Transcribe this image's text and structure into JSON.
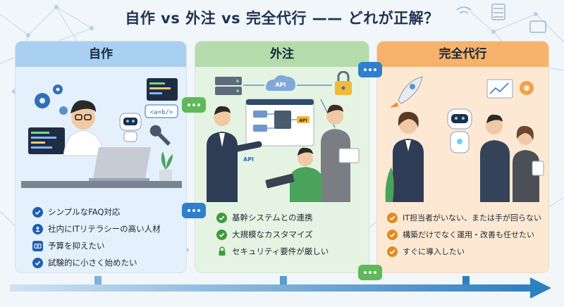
{
  "title": "自作 vs 外注 vs 完全代行 —— どれが正解？",
  "colors": {
    "self": "#a9d0f1",
    "outsource": "#b4dcaa",
    "full": "#f7b36b",
    "self_icon": "#1f5fb4",
    "out_icon": "#3e9b3b",
    "full_icon": "#e58a1f",
    "arrow": "#2d7fc0"
  },
  "panels": {
    "self": {
      "heading": "自作",
      "illustration": "developer-with-laptop-and-robot",
      "items": [
        {
          "icon": "check-icon",
          "text": "シンプルなFAQ対応"
        },
        {
          "icon": "person-icon",
          "text": "社内にITリテラシーの高い人材"
        },
        {
          "icon": "money-icon",
          "text": "予算を抑えたい"
        },
        {
          "icon": "check-icon",
          "text": "試験的に小さく始めたい"
        }
      ],
      "code_tag": "<a=b/>"
    },
    "outsource": {
      "heading": "外注",
      "illustration": "business-team-integrating-systems",
      "items": [
        {
          "icon": "check-icon",
          "text": "基幹システムとの連携"
        },
        {
          "icon": "check-icon",
          "text": "大規模なカスタマイズ"
        },
        {
          "icon": "lock-icon",
          "text": "セキュリティ要件が厳しい"
        }
      ],
      "api_labels": [
        "API",
        "API",
        "API"
      ]
    },
    "full": {
      "heading": "完全代行",
      "illustration": "team-celebrating-with-robot",
      "items": [
        {
          "icon": "check-icon",
          "text": "IT担当者がいない、または手が回らない"
        },
        {
          "icon": "check-icon",
          "text": "構築だけでなく運用・改善も任せたい"
        },
        {
          "icon": "check-icon",
          "text": "すぐに導入したい"
        }
      ]
    }
  }
}
